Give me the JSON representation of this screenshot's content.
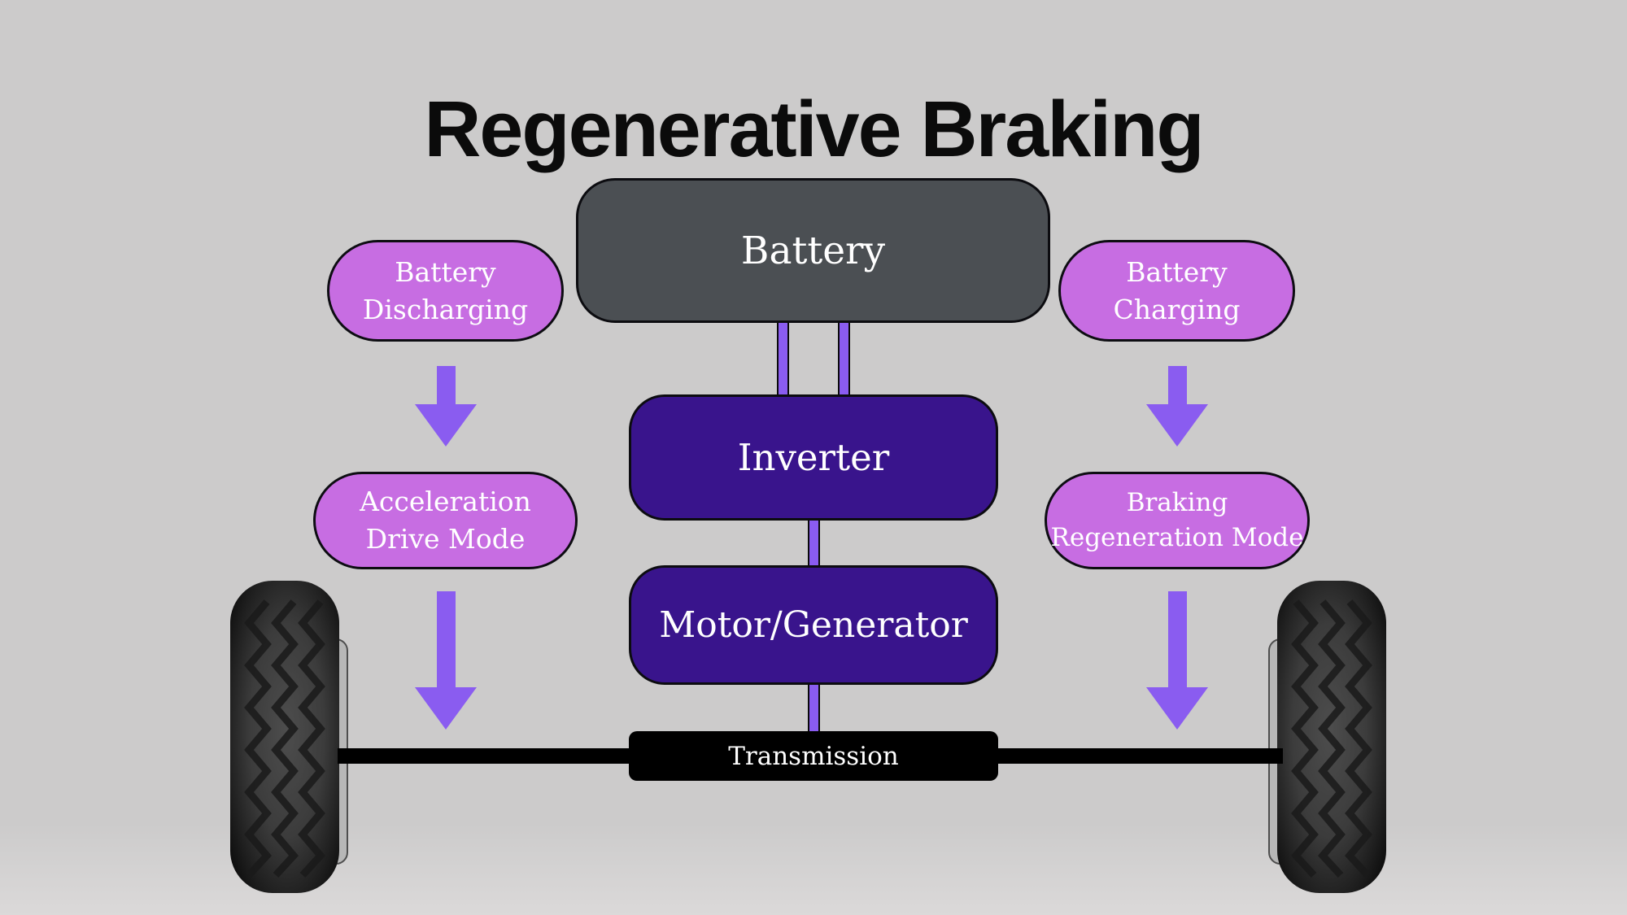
{
  "title": "Regenerative Braking",
  "components": {
    "battery": "Battery",
    "inverter": "Inverter",
    "motor_generator": "Motor/Generator",
    "transmission": "Transmission"
  },
  "left_flow": {
    "step1": {
      "lines": [
        "Battery",
        "Discharging"
      ]
    },
    "step2": {
      "lines": [
        "Acceleration",
        "Drive Mode"
      ]
    }
  },
  "right_flow": {
    "step1": {
      "lines": [
        "Battery",
        "Charging"
      ]
    },
    "step2": {
      "lines": [
        "Braking",
        "Regeneration Mode"
      ]
    }
  },
  "colors": {
    "background": "#cccbcb",
    "battery_box": "#4b4f53",
    "power_box": "#39148c",
    "pill": "#c76de2",
    "arrow_and_bus": "#8a5cf0",
    "transmission_and_axle": "#000000",
    "label_text": "#ffffff",
    "title_text": "#0b0b0b"
  }
}
